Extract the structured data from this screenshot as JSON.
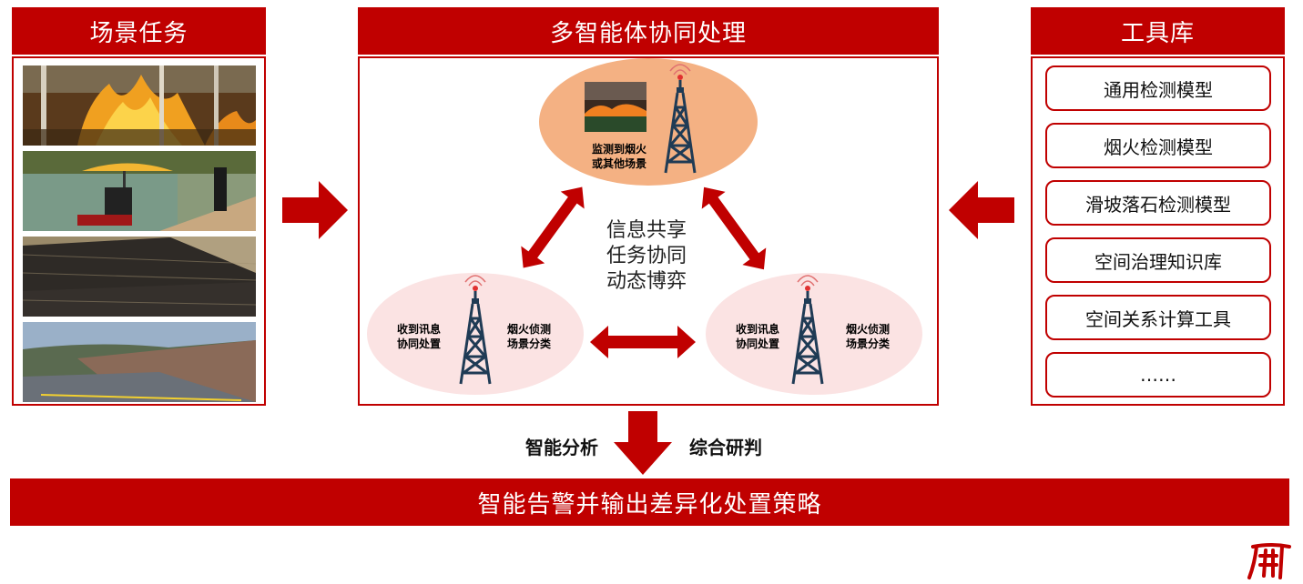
{
  "left_panel": {
    "title": "场景任务",
    "photos": [
      {
        "name": "forest-fire-photo",
        "colors": [
          "#6a3a18",
          "#f39b1c",
          "#3a2a12"
        ]
      },
      {
        "name": "riverside-photo",
        "colors": [
          "#7a8a70",
          "#f2b632",
          "#4a5a30"
        ]
      },
      {
        "name": "burned-field-photo",
        "colors": [
          "#3a3530",
          "#2a2520",
          "#a09070"
        ]
      },
      {
        "name": "landslide-road-photo",
        "colors": [
          "#8aa0b8",
          "#6a7a60",
          "#8a6a5a"
        ]
      }
    ]
  },
  "center_panel": {
    "title": "多智能体协同处理",
    "top_node": {
      "label_line1": "监测到烟火",
      "label_line2": "或其他场景"
    },
    "center_text": [
      "信息共享",
      "任务协同",
      "动态博弈"
    ],
    "left_node": {
      "left_label_line1": "收到讯息",
      "left_label_line2": "协同处置",
      "right_label_line1": "烟火侦测",
      "right_label_line2": "场景分类"
    },
    "right_node": {
      "left_label_line1": "收到讯息",
      "left_label_line2": "协同处置",
      "right_label_line1": "烟火侦测",
      "right_label_line2": "场景分类"
    }
  },
  "right_panel": {
    "title": "工具库",
    "tools": [
      "通用检测模型",
      "烟火检测模型",
      "滑坡落石检测模型",
      "空间治理知识库",
      "空间关系计算工具",
      "……"
    ]
  },
  "flow": {
    "left_label": "智能分析",
    "right_label": "综合研判"
  },
  "bottom_bar": {
    "text": "智能告警并输出差异化处置策略"
  },
  "colors": {
    "primary": "#c00000",
    "top_ellipse": "#f4b183",
    "side_ellipse": "#fbe3e3"
  }
}
